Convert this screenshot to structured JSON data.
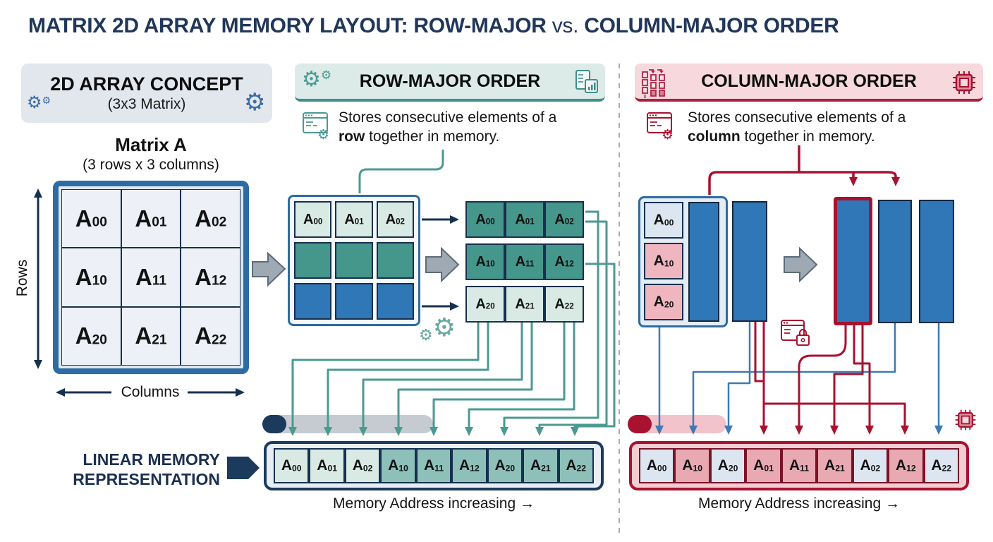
{
  "title": {
    "part1": "MATRIX 2D ARRAY MEMORY LAYOUT: ROW-MAJOR",
    "vs": " vs. ",
    "part2": "COLUMN-MAJOR ORDER"
  },
  "concept": {
    "title": "2D ARRAY CONCEPT",
    "subtitle": "(3x3 Matrix)",
    "matrix_title": "Matrix A",
    "matrix_subtitle": "(3 rows x 3 columns)",
    "rows_label": "Rows",
    "columns_label": "Columns",
    "cells": [
      {
        "b": "A",
        "s": "00",
        "v": "paper"
      },
      {
        "b": "A",
        "s": "01",
        "v": "paper"
      },
      {
        "b": "A",
        "s": "02",
        "v": "paper"
      },
      {
        "b": "A",
        "s": "10",
        "v": "paper"
      },
      {
        "b": "A",
        "s": "11",
        "v": "paper"
      },
      {
        "b": "A",
        "s": "12",
        "v": "paper"
      },
      {
        "b": "A",
        "s": "20",
        "v": "paper"
      },
      {
        "b": "A",
        "s": "21",
        "v": "paper"
      },
      {
        "b": "A",
        "s": "22",
        "v": "paper"
      }
    ]
  },
  "row_major": {
    "title": "ROW-MAJOR ORDER",
    "desc_lead": "Stores consecutive elements of a",
    "desc_bold": "row",
    "desc_tail": " together in memory.",
    "matrix_r1": [
      {
        "b": "A",
        "s": "00",
        "v": "mint"
      },
      {
        "b": "A",
        "s": "01",
        "v": "mint"
      },
      {
        "b": "A",
        "s": "02",
        "v": "mint"
      }
    ],
    "matrix_r2": [
      {
        "v": "teal"
      },
      {
        "v": "teal"
      },
      {
        "v": "teal"
      }
    ],
    "matrix_r3": [
      {
        "v": "blue"
      },
      {
        "v": "blue"
      },
      {
        "v": "blue"
      }
    ],
    "strip1": [
      {
        "b": "A",
        "s": "00",
        "v": "teal"
      },
      {
        "b": "A",
        "s": "01",
        "v": "teal"
      },
      {
        "b": "A",
        "s": "02",
        "v": "teal"
      }
    ],
    "strip2": [
      {
        "b": "A",
        "s": "10",
        "v": "teal"
      },
      {
        "b": "A",
        "s": "11",
        "v": "teal"
      },
      {
        "b": "A",
        "s": "12",
        "v": "teal"
      }
    ],
    "strip3": [
      {
        "b": "A",
        "s": "20",
        "v": "mint"
      },
      {
        "b": "A",
        "s": "21",
        "v": "mint"
      },
      {
        "b": "A",
        "s": "22",
        "v": "mint"
      }
    ],
    "memory": [
      {
        "b": "A",
        "s": "00",
        "v": "mint"
      },
      {
        "b": "A",
        "s": "01",
        "v": "mint"
      },
      {
        "b": "A",
        "s": "02",
        "v": "mint"
      },
      {
        "b": "A",
        "s": "10",
        "v": "tealm"
      },
      {
        "b": "A",
        "s": "11",
        "v": "tealm"
      },
      {
        "b": "A",
        "s": "12",
        "v": "tealm"
      },
      {
        "b": "A",
        "s": "20",
        "v": "tealm"
      },
      {
        "b": "A",
        "s": "21",
        "v": "tealm"
      },
      {
        "b": "A",
        "s": "22",
        "v": "tealm"
      }
    ],
    "caption": "Memory Address increasing →"
  },
  "column_major": {
    "title": "COLUMN-MAJOR ORDER",
    "desc_lead": "Stores consecutive elements of a",
    "desc_bold": "column",
    "desc_tail": " together in memory.",
    "first_column": [
      {
        "b": "A",
        "s": "00",
        "v": "lb"
      },
      {
        "b": "A",
        "s": "10",
        "v": "pink"
      },
      {
        "b": "A",
        "s": "20",
        "v": "pink"
      }
    ],
    "memory": [
      {
        "b": "A",
        "s": "00",
        "v": "lb"
      },
      {
        "b": "A",
        "s": "10",
        "v": "pinkm"
      },
      {
        "b": "A",
        "s": "20",
        "v": "lb"
      },
      {
        "b": "A",
        "s": "01",
        "v": "pinkm"
      },
      {
        "b": "A",
        "s": "11",
        "v": "pinkm"
      },
      {
        "b": "A",
        "s": "21",
        "v": "pinkm"
      },
      {
        "b": "A",
        "s": "02",
        "v": "lb"
      },
      {
        "b": "A",
        "s": "12",
        "v": "pinkm"
      },
      {
        "b": "A",
        "s": "22",
        "v": "lb"
      }
    ],
    "caption": "Memory Address increasing →"
  },
  "linear_memory_label": {
    "line1": "LINEAR MEMORY",
    "line2": "REPRESENTATION"
  },
  "colors": {
    "navy": "#1b3a5c",
    "title_navy": "#21375a",
    "teal": "#4a9a92",
    "teal_accent": "#3f8e8a",
    "mint_cell": "#d9eae5",
    "teal_cell": "#45968b",
    "teal_memory_cell": "#8cc0b9",
    "blue": "#2f77b6",
    "blue_border": "#2d6ca3",
    "red": "#a8122f",
    "pink_header": "#f6d8dd",
    "pink_cell": "#e8a9b2",
    "lightblue_cell": "#dce6f0",
    "gray_bar": "#c6cbd2",
    "pink_bar": "#f2c3cb"
  },
  "icons": [
    "gears-icon",
    "gear-icon",
    "report-document-icon",
    "code-window-gear-icon",
    "matrix-columns-icon",
    "cpu-chip-icon",
    "secure-window-lock-icon"
  ]
}
